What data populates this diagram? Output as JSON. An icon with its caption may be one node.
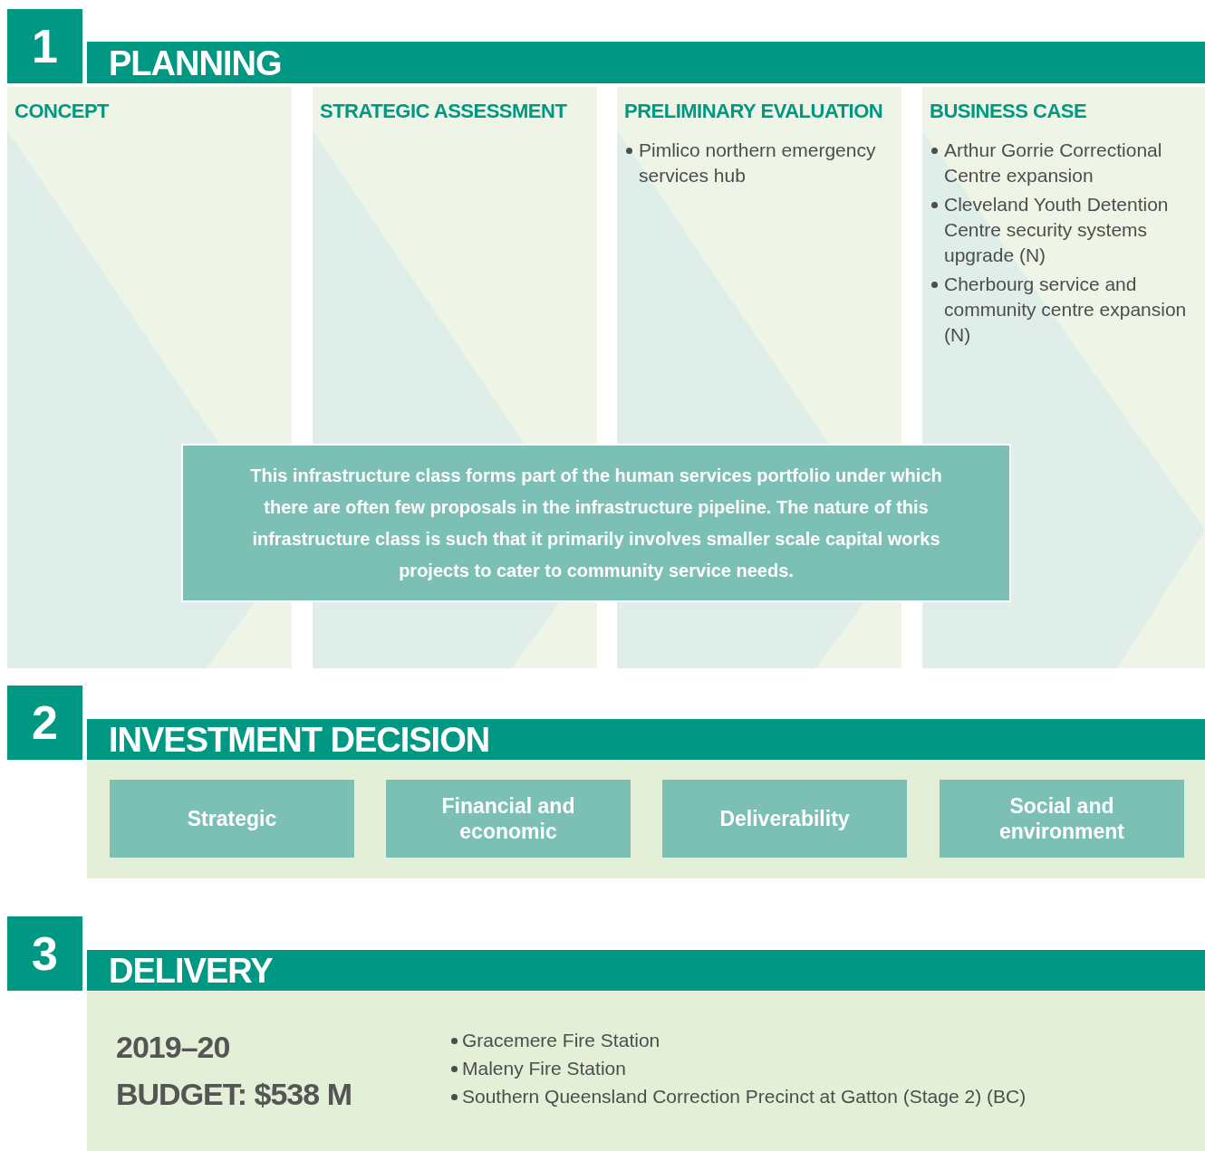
{
  "diagram": {
    "nodes": [
      {
        "text": [
          "1"
        ]
      },
      {
        "text": [
          "PLANNING"
        ]
      },
      {
        "text": [
          "CONCEPT"
        ]
      },
      {
        "text": [
          "STRATEGIC ASSESSMENT"
        ]
      },
      {
        "text": [
          "PRELIMINARY EVALUATION",
          "Pimlico northern emergency services hub"
        ]
      },
      {
        "text": [
          "BUSINESS CASE",
          "Arthur Gorrie Correctional Centre expansion",
          "Cleveland Youth Detention Centre security systems upgrade (N)",
          "Cherbourg service and community centre expansion (N)"
        ]
      },
      {
        "text": [
          "This infrastructure class forms part of the human services portfolio under which there are often few proposals in the infrastructure pipeline. The nature of this infrastructure class is such that it primarily involves smaller scale capital works projects to cater to community service needs."
        ]
      },
      {
        "text": [
          "2"
        ]
      },
      {
        "text": [
          "INVESTMENT DECISION"
        ]
      },
      {
        "text": [],
        "shape": "box"
      },
      {
        "text": [
          "Strategic"
        ],
        "in": 9
      },
      {
        "text": [
          "Financial and economic"
        ],
        "in": 9
      },
      {
        "text": [
          "Deliverability"
        ],
        "in": 9
      },
      {
        "text": [
          "Social and environment"
        ],
        "in": 9
      },
      {
        "text": [
          "3"
        ]
      },
      {
        "text": [
          "DELIVERY"
        ]
      },
      {
        "text": [
          "2019–20",
          "BUDGET: $538 M",
          "Gracemere Fire Station",
          "Maleny Fire Station",
          "Southern Queensland Correction Precinct at Gatton (Stage 2) (BC)"
        ]
      }
    ]
  }
}
